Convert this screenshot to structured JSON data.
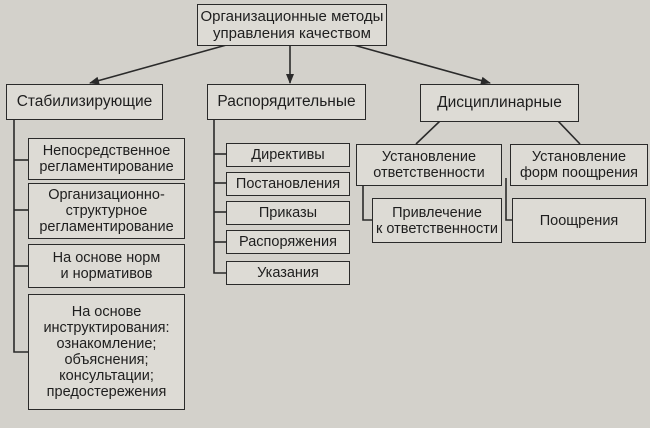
{
  "diagram": {
    "root": "Организационные методы\nуправления качеством",
    "categories": {
      "stabilizing": {
        "label": "Стабилизирующие",
        "items": [
          "Непосредственное\nрегламентирование",
          "Организационно-\nструктурное\nрегламентирование",
          "На основе норм\nи нормативов",
          "На основе\nинструктирования:\nознакомление;\nобъяснения;\nконсультации;\nпредостережения"
        ]
      },
      "administrative": {
        "label": "Распорядительные",
        "items": [
          "Директивы",
          "Постановления",
          "Приказы",
          "Распоряжения",
          "Указания"
        ]
      },
      "disciplinary": {
        "label": "Дисциплинарные",
        "left": {
          "label": "Установление\nответственности",
          "child": "Привлечение\nк ответственности"
        },
        "right": {
          "label": "Установление\nформ поощрения",
          "child": "Поощрения"
        }
      }
    }
  },
  "colors": {
    "background": "#d3d1cb",
    "box_fill": "#dddbd5",
    "line": "#2a2a2a"
  }
}
